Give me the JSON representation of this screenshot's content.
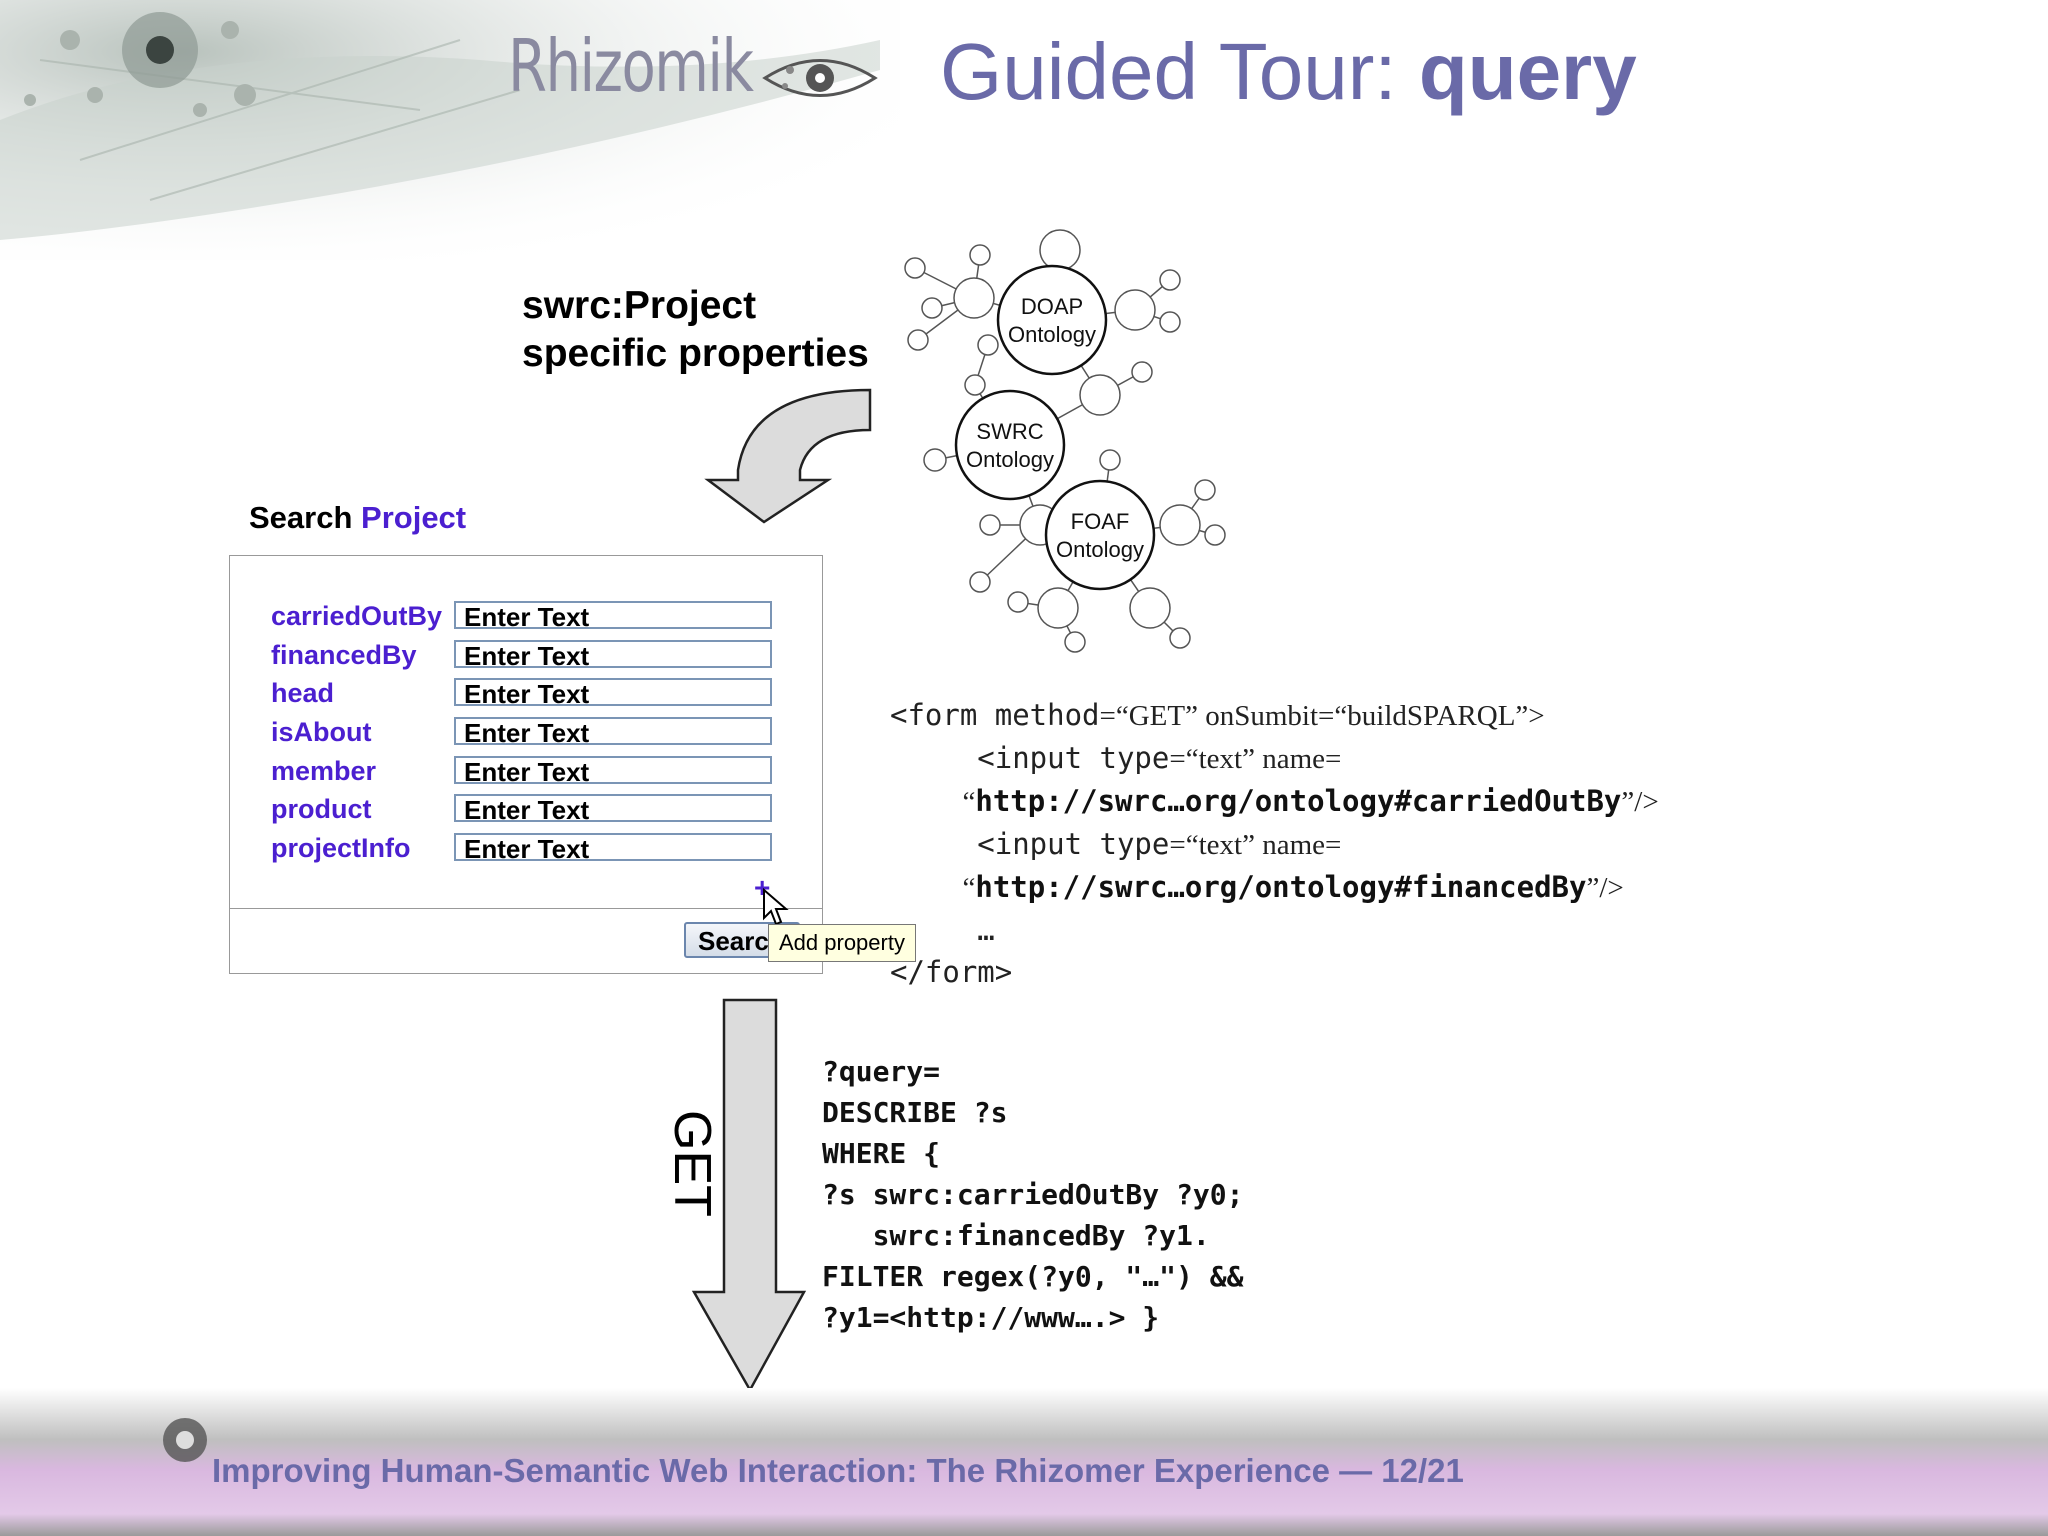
{
  "header": {
    "logo_text": "Rhizomik",
    "title_prefix": "Guided Tour: ",
    "title_bold": "query"
  },
  "callout": {
    "line1": "swrc:Project",
    "line2": "specific properties"
  },
  "ontologies": [
    {
      "line1": "DOAP",
      "line2": "Ontology"
    },
    {
      "line1": "SWRC",
      "line2": "Ontology"
    },
    {
      "line1": "FOAF",
      "line2": "Ontology"
    }
  ],
  "search_panel": {
    "heading_prefix": "Search",
    "heading_class": "Project",
    "fields": [
      {
        "label": "carriedOutBy",
        "value": "Enter Text"
      },
      {
        "label": "financedBy",
        "value": "Enter Text"
      },
      {
        "label": "head",
        "value": "Enter Text"
      },
      {
        "label": "isAbout",
        "value": "Enter Text"
      },
      {
        "label": "member",
        "value": "Enter Text"
      },
      {
        "label": "product",
        "value": "Enter Text"
      },
      {
        "label": "projectInfo",
        "value": "Enter Text"
      }
    ],
    "add_symbol": "+",
    "search_button": "Search",
    "tooltip": "Add property"
  },
  "form_code": {
    "l1a": "<form method",
    "l1b": "=“GET” onSumbit=“buildSPARQL”>",
    "l2a": "     <input type",
    "l2b": "=“text” name=",
    "l3a": "          “",
    "l3b": "http://swrc…org/ontology#carriedOutBy",
    "l3c": "”/>",
    "l4a": "     <input type",
    "l4b": "=“text” name=",
    "l5a": "          “",
    "l5b": "http://swrc…org/ontology#financedBy",
    "l5c": "”/>",
    "l6": "     …",
    "l7": "</form>"
  },
  "get_label": "GET",
  "sparql": [
    "?query=",
    "DESCRIBE ?s",
    "WHERE {",
    "?s swrc:carriedOutBy ?y0;",
    "   swrc:financedBy ?y1.",
    "FILTER regex(?y0, \"…\") &&",
    "?y1=<http://www….> }"
  ],
  "footer": {
    "text": "Improving Human-Semantic Web Interaction: The Rhizomer Experience — 12/21"
  },
  "colors": {
    "accent": "#4b1fd0",
    "title": "#6a6aa8",
    "footer_band": "#d9b8df"
  }
}
